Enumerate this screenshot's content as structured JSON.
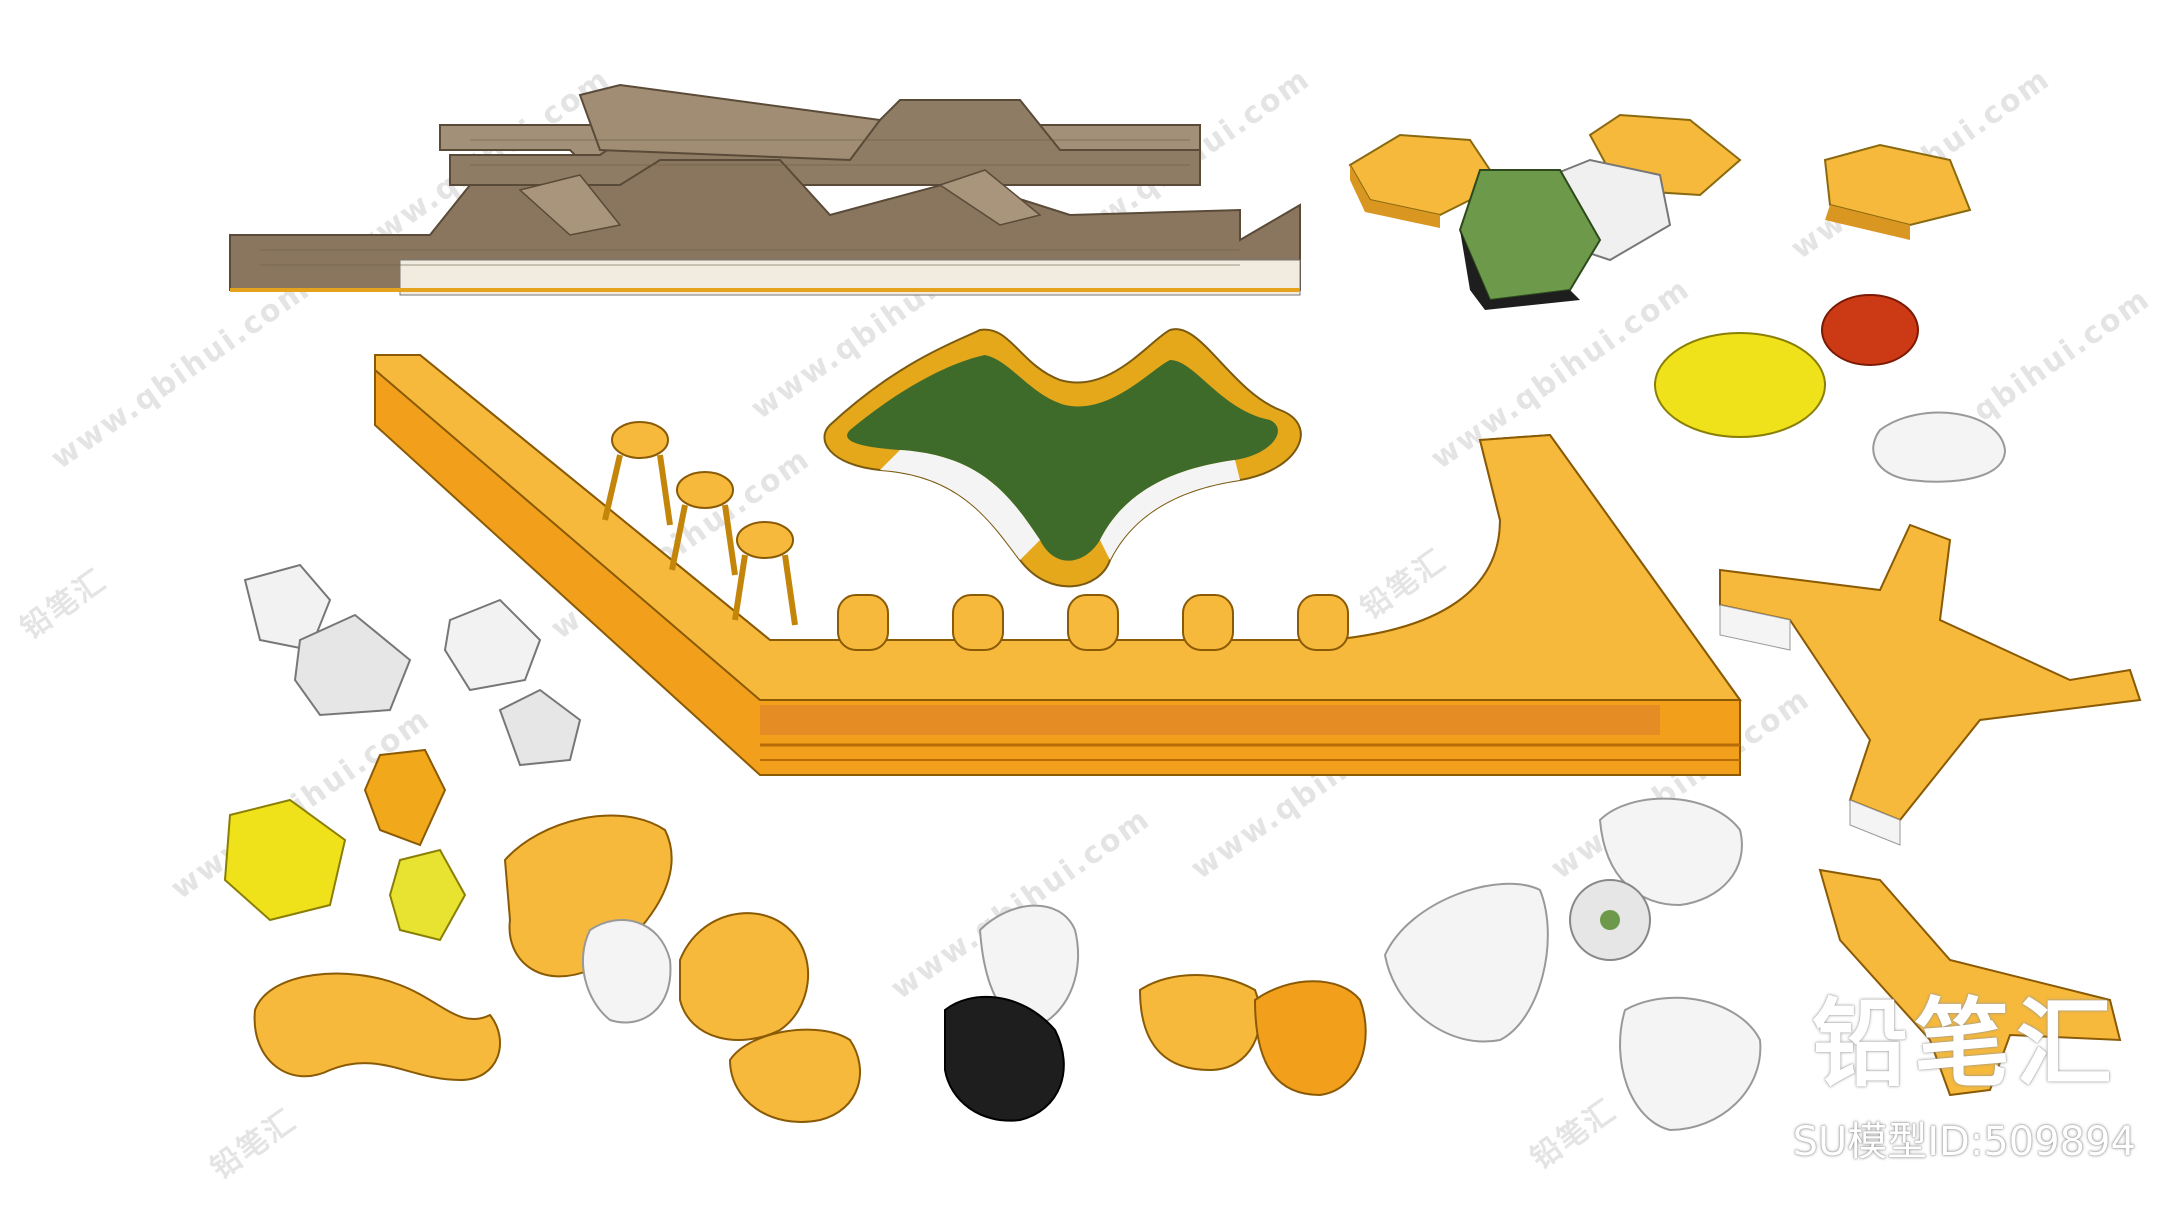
{
  "watermark": {
    "url": "www.qbihui.com",
    "brand_short": "铅笔汇"
  },
  "branding": {
    "brand": "铅笔汇",
    "model_id": "SU模型ID:509894"
  },
  "colors": {
    "accent_yellow": "#f6b93b",
    "orange": "#f29f1b",
    "wood": "#8f7c64",
    "green": "#3f6b2a",
    "red": "#cc3a15",
    "lemon": "#f0e21a",
    "black": "#1e1e1e",
    "white": "#f4f4f4"
  }
}
